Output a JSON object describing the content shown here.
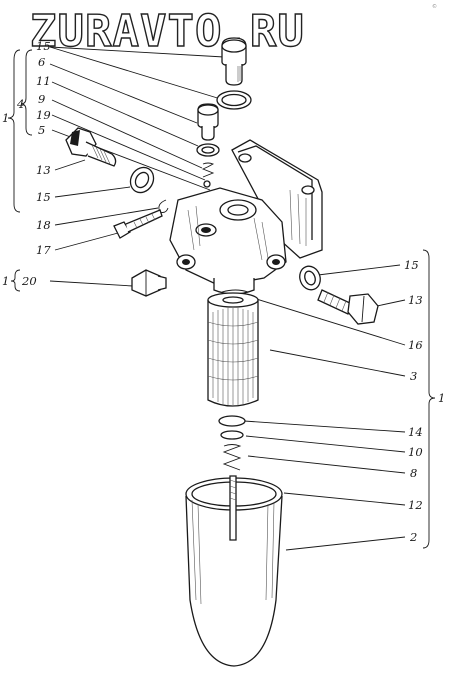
{
  "watermark": "ZURAVTO.RU",
  "corner_mark": "©",
  "labels": [
    {
      "id": "l15a",
      "text": "15"
    },
    {
      "id": "l6",
      "text": "6"
    },
    {
      "id": "l11",
      "text": "11"
    },
    {
      "id": "l9",
      "text": "9"
    },
    {
      "id": "l19",
      "text": "19"
    },
    {
      "id": "l5",
      "text": "5"
    },
    {
      "id": "l4",
      "text": "4"
    },
    {
      "id": "l1a",
      "text": "1"
    },
    {
      "id": "l13a",
      "text": "13"
    },
    {
      "id": "l15b",
      "text": "15"
    },
    {
      "id": "l18",
      "text": "18"
    },
    {
      "id": "l17",
      "text": "17"
    },
    {
      "id": "l1b",
      "text": "1"
    },
    {
      "id": "l20",
      "text": "20"
    },
    {
      "id": "l15c",
      "text": "15"
    },
    {
      "id": "l13b",
      "text": "13"
    },
    {
      "id": "l16",
      "text": "16"
    },
    {
      "id": "l3",
      "text": "3"
    },
    {
      "id": "l1c",
      "text": "1"
    },
    {
      "id": "l14",
      "text": "14"
    },
    {
      "id": "l10",
      "text": "10"
    },
    {
      "id": "l8",
      "text": "8"
    },
    {
      "id": "l12",
      "text": "12"
    },
    {
      "id": "l2",
      "text": "2"
    }
  ]
}
